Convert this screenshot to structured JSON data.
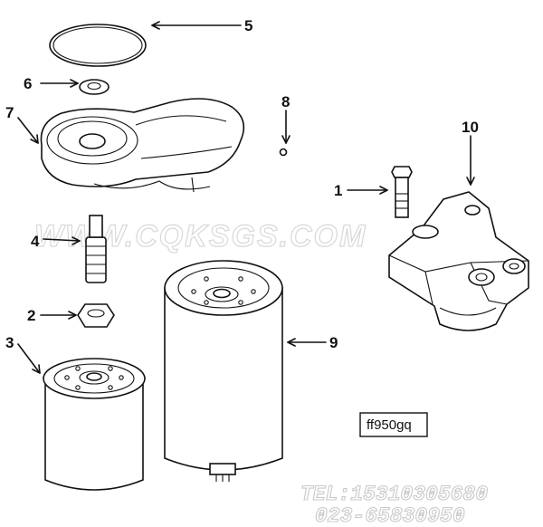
{
  "callouts": {
    "c1": "1",
    "c2": "2",
    "c3": "3",
    "c4": "4",
    "c5": "5",
    "c6": "6",
    "c7": "7",
    "c8": "8",
    "c9": "9",
    "c10": "10"
  },
  "diagram_code": "ff950gq",
  "watermark": "WWW.CQKSGS.COM",
  "contact": {
    "tel": "TEL:15310305680",
    "phone": "023-65830950"
  },
  "icons": [
    "o-ring",
    "sealing-washer",
    "filter-head",
    "plug",
    "connector",
    "nipple",
    "fuel-filter",
    "fuel-water-separator",
    "capscrew",
    "bracket"
  ]
}
